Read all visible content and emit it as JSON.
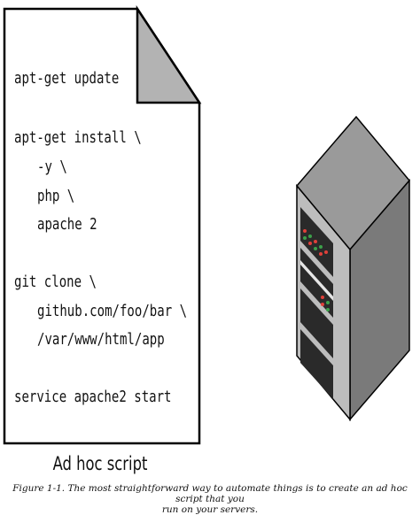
{
  "document": {
    "lines": [
      "apt-get update",
      "apt-get install \\",
      "-y \\",
      "php \\",
      "apache 2",
      "git clone \\",
      "github.com/foo/bar \\",
      "/var/www/html/app",
      "service apache2 start"
    ],
    "label": "Ad hoc script"
  },
  "caption": {
    "line1": "Figure 1-1. The most straightforward way to automate things is to create an ad hoc script that you",
    "line2": "run on your servers."
  },
  "colors": {
    "fold": "#b3b3b3",
    "server_front": "#bdbdbd",
    "server_side": "#7a7a7a",
    "server_top": "#9a9a9a",
    "led_red": "#e0403a",
    "led_green": "#3ca04a"
  }
}
